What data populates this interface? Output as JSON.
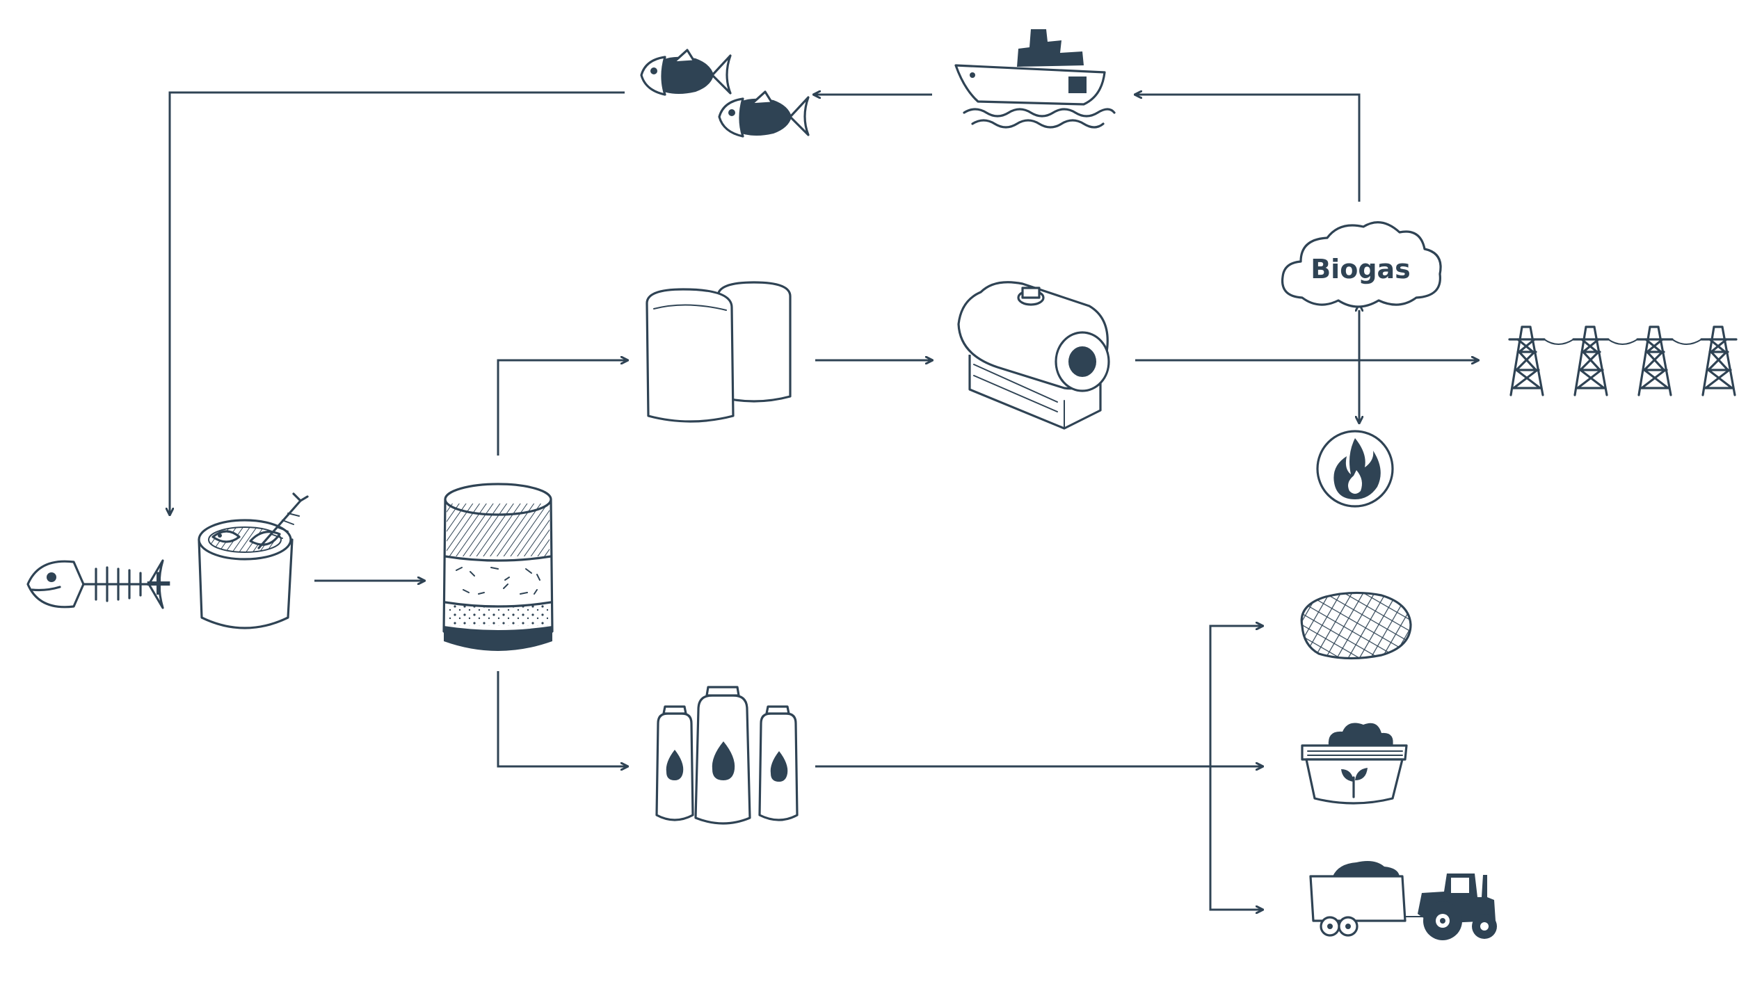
{
  "diagram": {
    "colors": {
      "ink": "#2f4354",
      "background": "#ffffff"
    },
    "biogas_label": "Biogas",
    "plus_sign": "+",
    "nodes": [
      {
        "id": "fish-waste",
        "icon": "fish-skeleton-icon"
      },
      {
        "id": "food-waste",
        "icon": "waste-bin-icon"
      },
      {
        "id": "digester",
        "icon": "digester-tank-icon"
      },
      {
        "id": "gas-storage",
        "icon": "storage-tanks-icon"
      },
      {
        "id": "gas-engine",
        "icon": "generator-icon"
      },
      {
        "id": "biogas",
        "icon": "cloud-icon"
      },
      {
        "id": "ship",
        "icon": "ship-icon"
      },
      {
        "id": "fish",
        "icon": "fish-icon"
      },
      {
        "id": "power-grid",
        "icon": "power-pylons-icon"
      },
      {
        "id": "heat",
        "icon": "flame-icon"
      },
      {
        "id": "digestate-tanks",
        "icon": "liquid-tanks-icon"
      },
      {
        "id": "pellets",
        "icon": "mesh-pellet-icon"
      },
      {
        "id": "soil",
        "icon": "soil-pot-icon"
      },
      {
        "id": "tractor",
        "icon": "tractor-trailer-icon"
      }
    ]
  }
}
